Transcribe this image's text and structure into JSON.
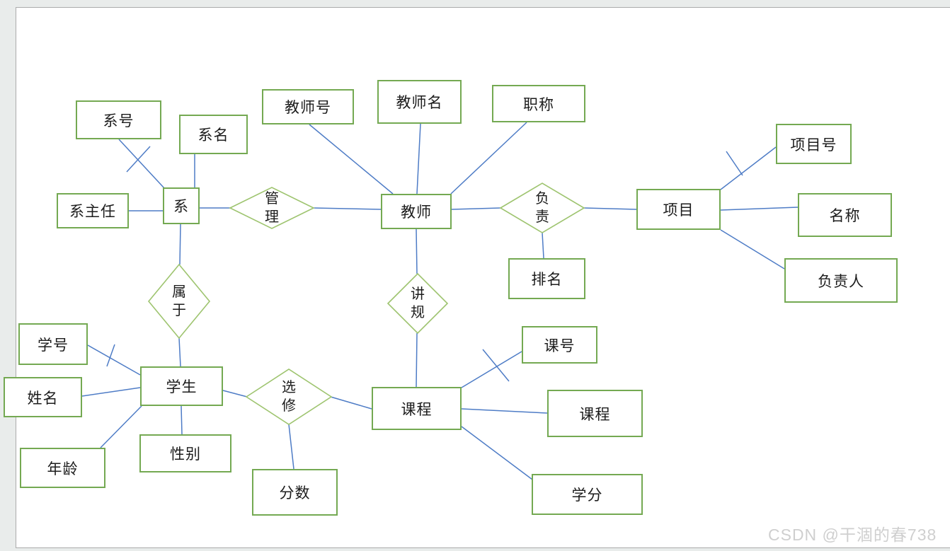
{
  "er": {
    "entities": {
      "dept": "系",
      "teacher": "教师",
      "project": "项目",
      "student": "学生",
      "course": "课程"
    },
    "relationships": {
      "manage": "管理",
      "responsible": "负责",
      "belong": "属于",
      "teach": "讲规",
      "elect": "选修"
    },
    "attributes": {
      "dept_no": "系号",
      "dept_name": "系名",
      "dept_head": "系主任",
      "teacher_no": "教师号",
      "teacher_name": "教师名",
      "title": "职称",
      "project_no": "项目号",
      "proj_name": "名称",
      "leader": "负责人",
      "rank": "排名",
      "student_no": "学号",
      "stu_name": "姓名",
      "age": "年龄",
      "gender": "性别",
      "course_no": "课号",
      "course_name": "课程",
      "credit": "学分",
      "score": "分数"
    },
    "key_marked_attributes": [
      "系号",
      "项目号",
      "学号",
      "课号"
    ]
  },
  "watermark": "CSDN @干涸的春738",
  "colors": {
    "page_bg": "#E9ECEB",
    "canvas_bg": "#FFFFFF",
    "entity_border": "#74A952",
    "relationship_border": "#9EC46F",
    "connector": "#4E7CC6",
    "text": "#1C1C1C",
    "watermark": "#CFCFCF"
  }
}
